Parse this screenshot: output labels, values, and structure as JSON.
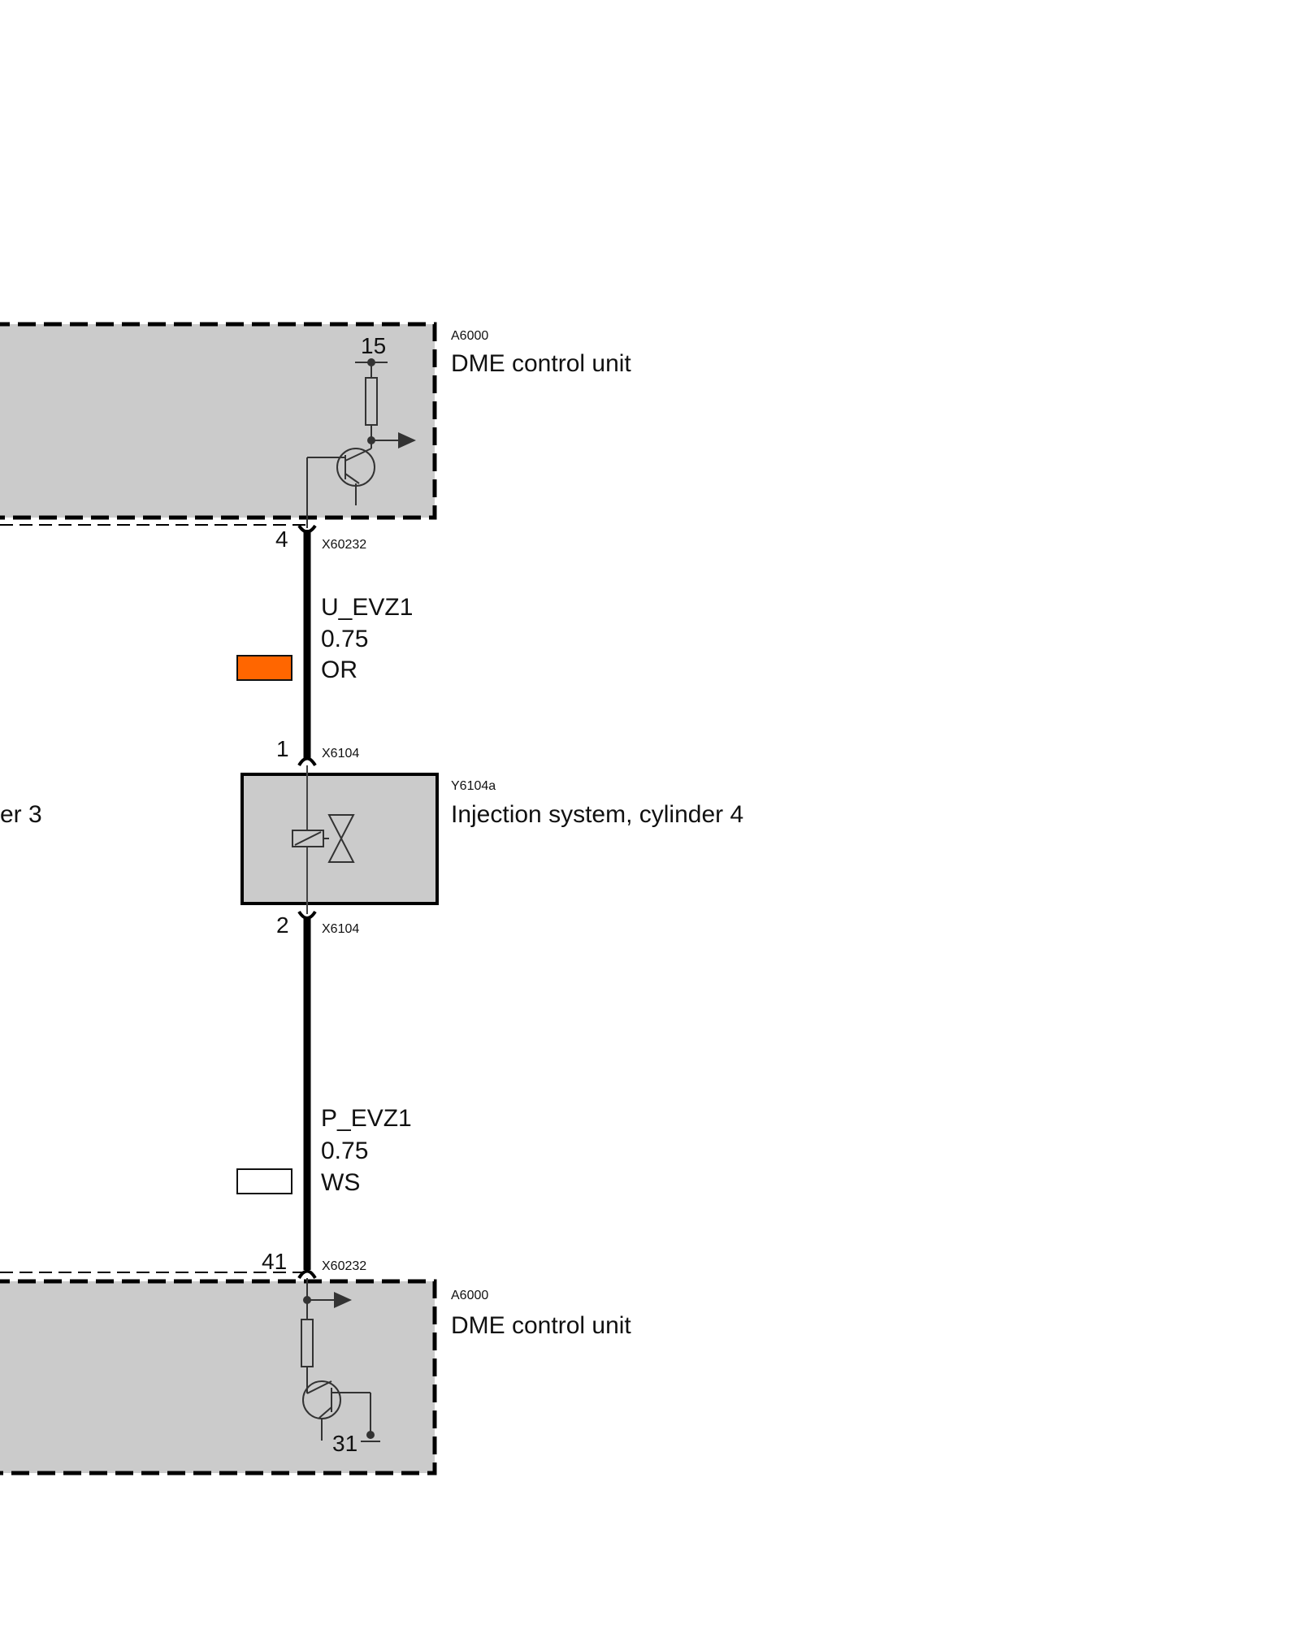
{
  "components": {
    "dme_top": {
      "code": "A6000",
      "name": "DME control unit",
      "terminal": "15"
    },
    "injector": {
      "code": "Y6104a",
      "name": "Injection system, cylinder 4"
    },
    "dme_bottom": {
      "code": "A6000",
      "name": "DME control unit",
      "terminal": "31"
    },
    "cut_off_label": "er 3"
  },
  "pins": {
    "top_dme": {
      "number": "4",
      "connector": "X60232"
    },
    "injector_in": {
      "number": "1",
      "connector": "X6104"
    },
    "injector_out": {
      "number": "2",
      "connector": "X6104"
    },
    "bottom_dme": {
      "number": "41",
      "connector": "X60232"
    }
  },
  "wires": {
    "upper": {
      "signal": "U_EVZ1",
      "gauge": "0.75",
      "color_code": "OR",
      "swatch_color": "#ff6600"
    },
    "lower": {
      "signal": "P_EVZ1",
      "gauge": "0.75",
      "color_code": "WS",
      "swatch_color": "#ffffff"
    }
  }
}
